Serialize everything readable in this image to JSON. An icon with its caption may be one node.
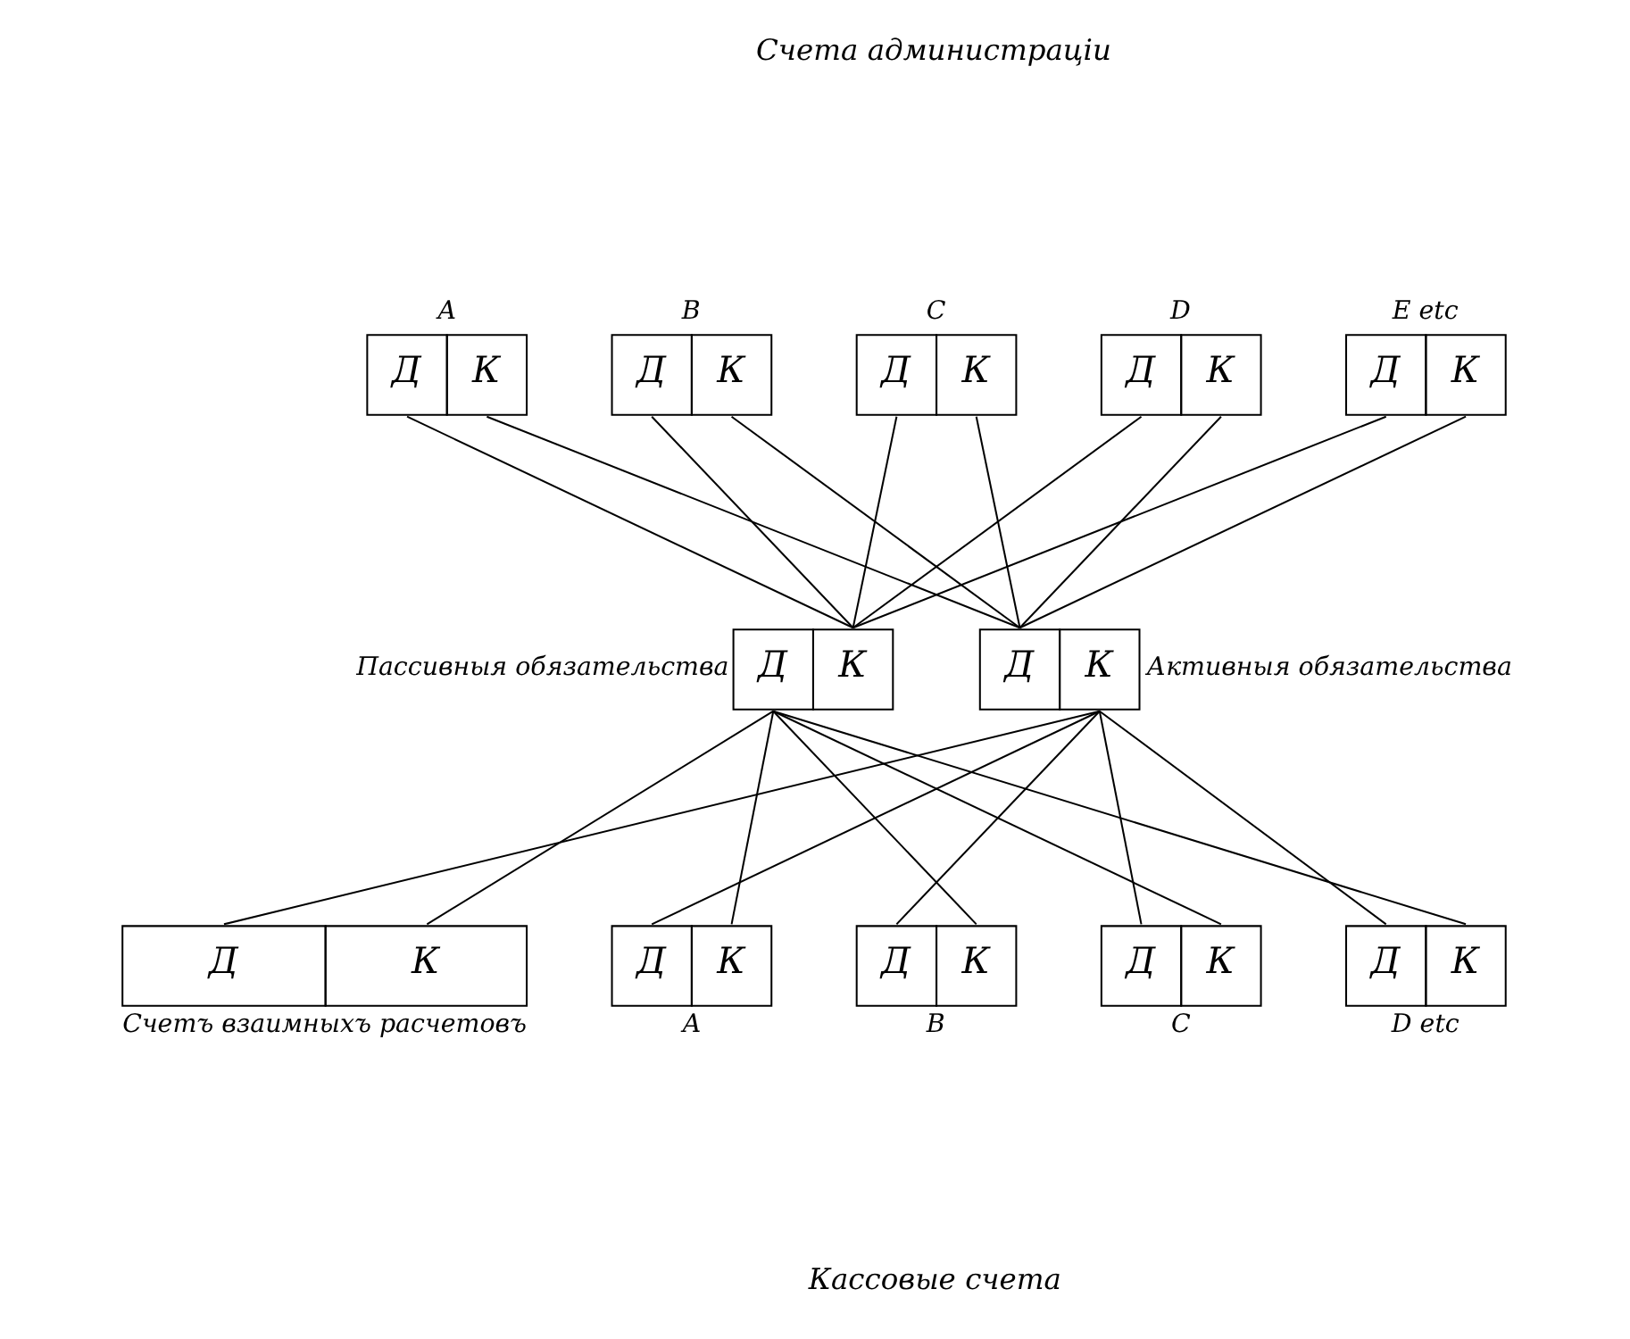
{
  "diagram": {
    "nodes": [
      {
        "text": [
          "Д",
          "К"
        ],
        "beside": [
          "A"
        ]
      },
      {
        "text": [
          "Д",
          "К"
        ],
        "beside": [
          "B"
        ]
      },
      {
        "text": [
          "Д",
          "К"
        ],
        "beside": [
          "C"
        ]
      },
      {
        "text": [
          "Д",
          "К"
        ],
        "beside": [
          "D"
        ]
      },
      {
        "text": [
          "Д",
          "К"
        ],
        "beside": [
          "E etc"
        ]
      },
      {
        "text": [
          "Д",
          "К"
        ],
        "beside": [
          "Пассивныя обязательства"
        ]
      },
      {
        "text": [
          "Д",
          "К"
        ],
        "beside": [
          "Активныя обязательства"
        ]
      },
      {
        "text": [
          "Д",
          "К"
        ],
        "beside": [
          "Счетъ взаимныхъ расчетовъ"
        ]
      },
      {
        "text": [
          "Д",
          "К"
        ],
        "beside": [
          "A"
        ]
      },
      {
        "text": [
          "Д",
          "К"
        ],
        "beside": [
          "B"
        ]
      },
      {
        "text": [
          "Д",
          "К"
        ],
        "beside": [
          "C"
        ]
      },
      {
        "text": [
          "Д",
          "К"
        ],
        "beside": [
          "D etc"
        ]
      }
    ],
    "edges": [
      {
        "from": 0,
        "to": 5,
        "arrow": "none"
      },
      {
        "from": 0,
        "to": 6,
        "arrow": "none"
      },
      {
        "from": 1,
        "to": 5,
        "arrow": "none"
      },
      {
        "from": 1,
        "to": 6,
        "arrow": "none"
      },
      {
        "from": 2,
        "to": 5,
        "arrow": "none"
      },
      {
        "from": 2,
        "to": 6,
        "arrow": "none"
      },
      {
        "from": 3,
        "to": 5,
        "arrow": "none"
      },
      {
        "from": 3,
        "to": 6,
        "arrow": "none"
      },
      {
        "from": 4,
        "to": 5,
        "arrow": "none"
      },
      {
        "from": 4,
        "to": 6,
        "arrow": "none"
      },
      {
        "from": 5,
        "to": 7,
        "arrow": "none"
      },
      {
        "from": 6,
        "to": 7,
        "arrow": "none"
      },
      {
        "from": 5,
        "to": 8,
        "arrow": "none"
      },
      {
        "from": 6,
        "to": 8,
        "arrow": "none"
      },
      {
        "from": 5,
        "to": 9,
        "arrow": "none"
      },
      {
        "from": 6,
        "to": 9,
        "arrow": "none"
      },
      {
        "from": 5,
        "to": 10,
        "arrow": "none"
      },
      {
        "from": 6,
        "to": 10,
        "arrow": "none"
      },
      {
        "from": 5,
        "to": 11,
        "arrow": "none"
      },
      {
        "from": 6,
        "to": 11,
        "arrow": "none"
      }
    ],
    "labels": [
      "Счета администрацiи",
      "Кассовые счета"
    ]
  }
}
